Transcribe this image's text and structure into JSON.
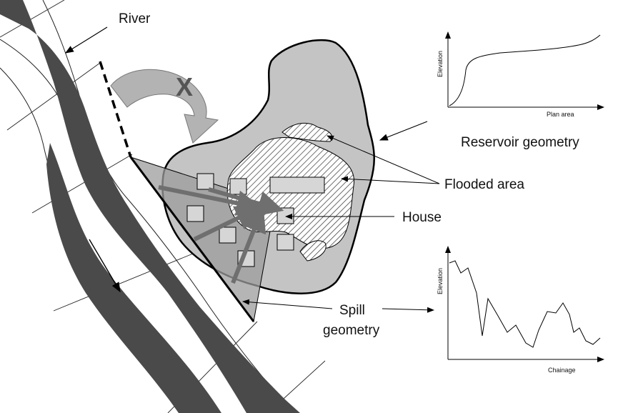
{
  "labels": {
    "river": "River",
    "reservoir_geometry": "Reservoir geometry",
    "flooded_area": "Flooded area",
    "house": "House",
    "spill_line1": "Spill",
    "spill_line2": "geometry",
    "blocked_mark": "X"
  },
  "reservoir_chart": {
    "type": "line",
    "ylabel": "Elevation",
    "xlabel": "Plan area"
  },
  "spill_chart": {
    "type": "line",
    "ylabel": "Elevation",
    "xlabel": "Chainage"
  },
  "colors": {
    "river": "#4a4a4a",
    "reservoir_fill": "#c4c4c4",
    "spill_fill": "#9c9c9c",
    "flow_arrow": "#6f6f6f",
    "house_fill": "#d6d6d6"
  }
}
